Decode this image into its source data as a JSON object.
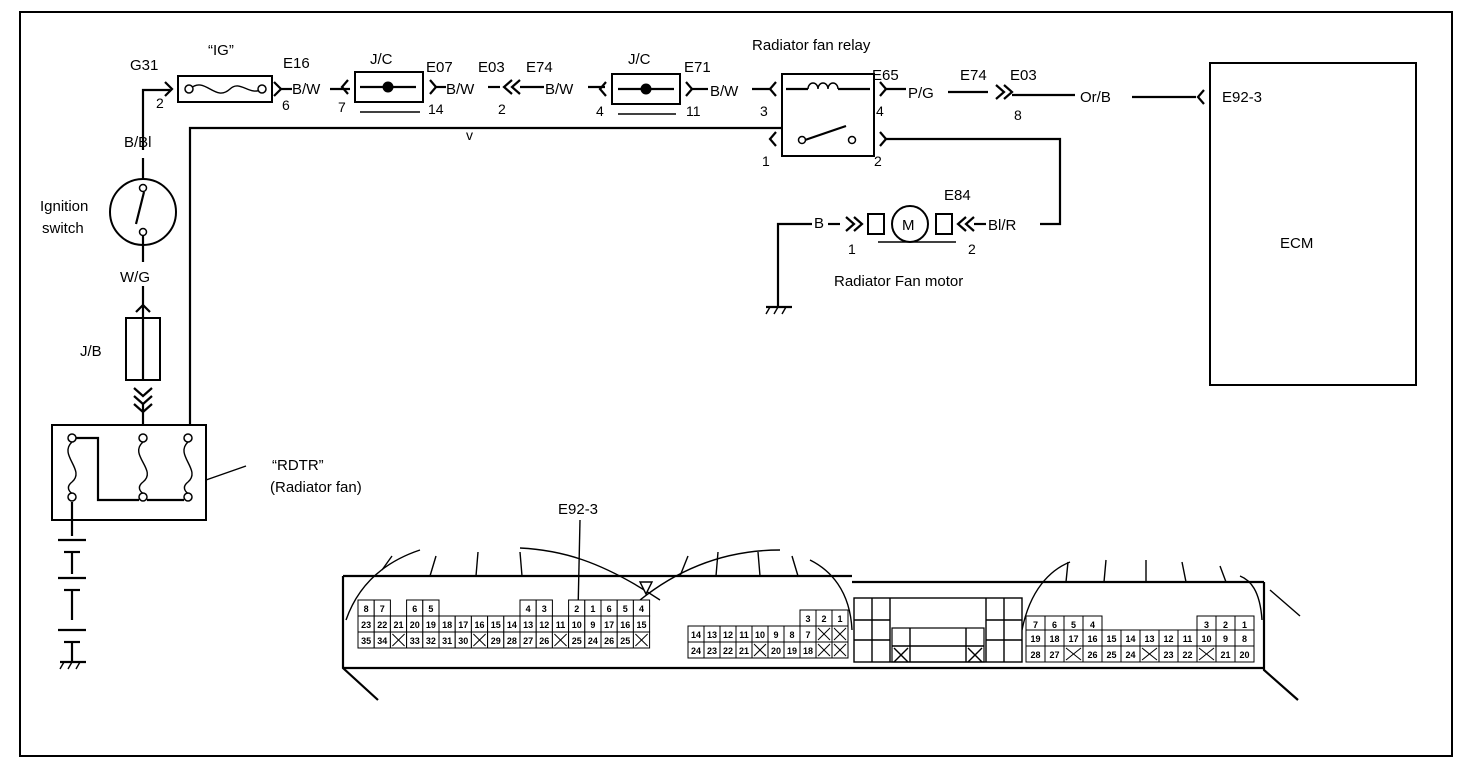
{
  "labels": {
    "g31": "G31",
    "ig_fuse": "“IG”",
    "e16": "E16",
    "e07": "E07",
    "e03_a": "E03",
    "e74_a": "E74",
    "e71": "E71",
    "relay_title": "Radiator fan relay",
    "e65": "E65",
    "e74_b": "E74",
    "e03_b": "E03",
    "or_b": "Or/B",
    "e92_3_top": "E92-3",
    "ecm": "ECM",
    "jc1": "J/C",
    "jc2": "J/C",
    "bw1": "B/W",
    "bw2": "B/W",
    "bw3": "B/W",
    "bw4": "B/W",
    "pg": "P/G",
    "pin_2a": "2",
    "pin_6": "6",
    "pin_7": "7",
    "pin_14": "14",
    "pin_2b": "2",
    "pin_4a": "4",
    "pin_11": "11",
    "pin_3": "3",
    "pin_4b": "4",
    "pin_1a": "1",
    "pin_2c": "2",
    "pin_8": "8",
    "bbl": "B/Bl",
    "ignition_line1": "Ignition",
    "ignition_line2": "switch",
    "wg": "W/G",
    "jb": "J/B",
    "v": "v",
    "e84": "E84",
    "b": "B",
    "blr": "Bl/R",
    "motor_m": "M",
    "pin_1b": "1",
    "pin_2d": "2",
    "motor_label": "Radiator Fan motor",
    "rdtr_line1": "“RDTR”",
    "rdtr_line2": "(Radiator fan)",
    "e92_3_conn": "E92-3"
  },
  "connector_left": {
    "row1": [
      "8",
      "7",
      "",
      "6",
      "5",
      "",
      "",
      "",
      "",
      "",
      "4",
      "3",
      "",
      "2",
      "1",
      "6",
      "5",
      "4"
    ],
    "row2": [
      "23",
      "22",
      "21",
      "20",
      "19",
      "18",
      "17",
      "16",
      "15",
      "14",
      "13",
      "12",
      "11",
      "10",
      "9",
      "17",
      "16",
      "15"
    ],
    "row3": [
      "35",
      "34",
      "",
      "33",
      "32",
      "31",
      "30",
      "",
      "29",
      "28",
      "27",
      "26",
      "",
      "25",
      "24",
      "26",
      "25",
      ""
    ]
  },
  "connector_mid": {
    "row1": [
      "",
      "",
      "",
      "",
      "",
      "",
      "",
      "3",
      "2",
      "1"
    ],
    "row2": [
      "14",
      "13",
      "12",
      "11",
      "10",
      "9",
      "8",
      "7",
      "",
      ""
    ],
    "row3": [
      "24",
      "23",
      "22",
      "21",
      "",
      "20",
      "19",
      "18",
      "",
      ""
    ]
  },
  "connector_right": {
    "row1": [
      "7",
      "6",
      "5",
      "4",
      "",
      "",
      "",
      "",
      "",
      "3",
      "2",
      "1"
    ],
    "row2": [
      "19",
      "18",
      "17",
      "16",
      "15",
      "14",
      "13",
      "12",
      "11",
      "10",
      "9",
      "8"
    ],
    "row3": [
      "28",
      "27",
      "",
      "26",
      "25",
      "24",
      "",
      "23",
      "22",
      "",
      "21",
      "20"
    ]
  }
}
